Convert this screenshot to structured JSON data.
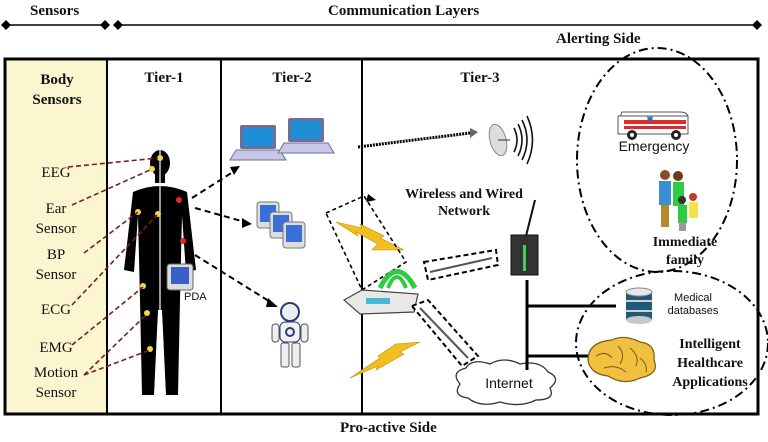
{
  "header": {
    "sensors_label": "Sensors",
    "communication_label": "Communication Layers",
    "alerting_label": "Alerting Side",
    "proactive_label": "Pro-active Side"
  },
  "columns": {
    "body_sensors_title_1": "Body",
    "body_sensors_title_2": "Sensors",
    "tier1": "Tier-1",
    "tier2": "Tier-2",
    "tier3": "Tier-3"
  },
  "sensors": [
    {
      "line1": "EEG",
      "line2": ""
    },
    {
      "line1": "Ear",
      "line2": "Sensor"
    },
    {
      "line1": "BP",
      "line2": "Sensor"
    },
    {
      "line1": "ECG",
      "line2": ""
    },
    {
      "line1": "EMG",
      "line2": ""
    },
    {
      "line1": "Motion",
      "line2": "Sensor"
    }
  ],
  "tier1": {
    "pda_label": "PDA"
  },
  "tier3": {
    "network_line1": "Wireless and Wired",
    "network_line2": "Network",
    "internet_label": "Internet"
  },
  "alerting": {
    "emergency_label": "Emergency",
    "family_line1": "Immediate",
    "family_line2": "family"
  },
  "proactive": {
    "db_line1": "Medical",
    "db_line2": "databases",
    "apps_line1": "Intelligent",
    "apps_line2": "Healthcare",
    "apps_line3": "Applications"
  },
  "colors": {
    "sensor_panel_bg": "#fbf6d0",
    "sensor_link": "#7a1f1f",
    "accent_yellow": "#f2c01e",
    "network_green": "#2ecc40"
  }
}
